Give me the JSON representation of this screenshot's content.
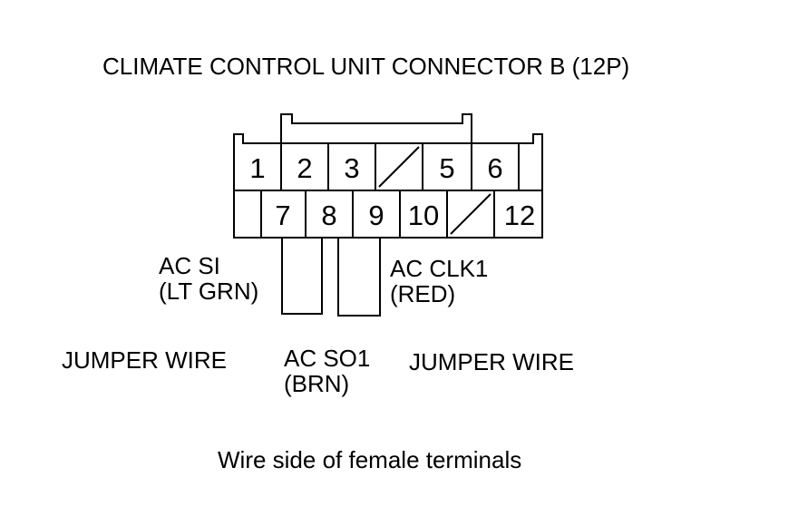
{
  "title": "CLIMATE CONTROL UNIT CONNECTOR B (12P)",
  "caption": "Wire side of female terminals",
  "connector": {
    "top_row": [
      "1",
      "2",
      "3",
      "",
      "5",
      "6"
    ],
    "bottom_row": [
      "",
      "7",
      "8",
      "9",
      "10",
      "",
      "12"
    ]
  },
  "labels": {
    "ac_si_line1": "AC SI",
    "ac_si_line2": "(LT GRN)",
    "ac_clk1_line1": "AC CLK1",
    "ac_clk1_line2": "(RED)",
    "ac_so1_line1": "AC SO1",
    "ac_so1_line2": "(BRN)",
    "jumper_left": "JUMPER WIRE",
    "jumper_right": "JUMPER WIRE"
  }
}
